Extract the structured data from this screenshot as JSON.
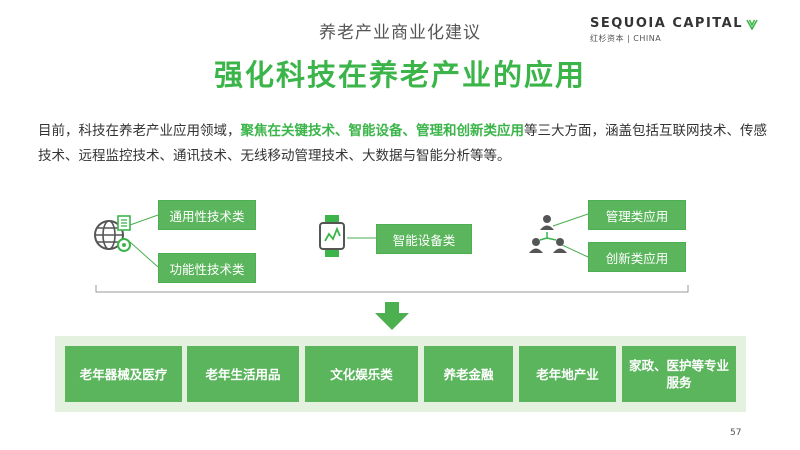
{
  "header": {
    "subtitle": "养老产业商业化建议",
    "title": "强化科技在养老产业的应用",
    "logo_main": "SEQUOIA CAPITAL",
    "logo_sub": "红杉资本 | CHINA"
  },
  "intro": {
    "part1": "目前，科技在养老产业应用领域，",
    "highlight": "聚焦在关键技术、智能设备、管理和创新类应用",
    "part2": "等三大方面，涵盖包括互联网技术、传感技术、远程监控技术、通讯技术、无线移动管理技术、大数据与智能分析等等。"
  },
  "tech_groups": {
    "general_tech": "通用性技术类",
    "functional_tech": "功能性技术类",
    "smart_devices": "智能设备类",
    "management_apps": "管理类应用",
    "innovation_apps": "创新类应用"
  },
  "categories": [
    "老年器械及医疗",
    "老年生活用品",
    "文化娱乐类",
    "养老金融",
    "老年地产业",
    "家政、医护等专业服务"
  ],
  "page_number": "57",
  "colors": {
    "accent": "#3bb54a",
    "box": "#5bb55d",
    "panel": "#e4f1df"
  }
}
